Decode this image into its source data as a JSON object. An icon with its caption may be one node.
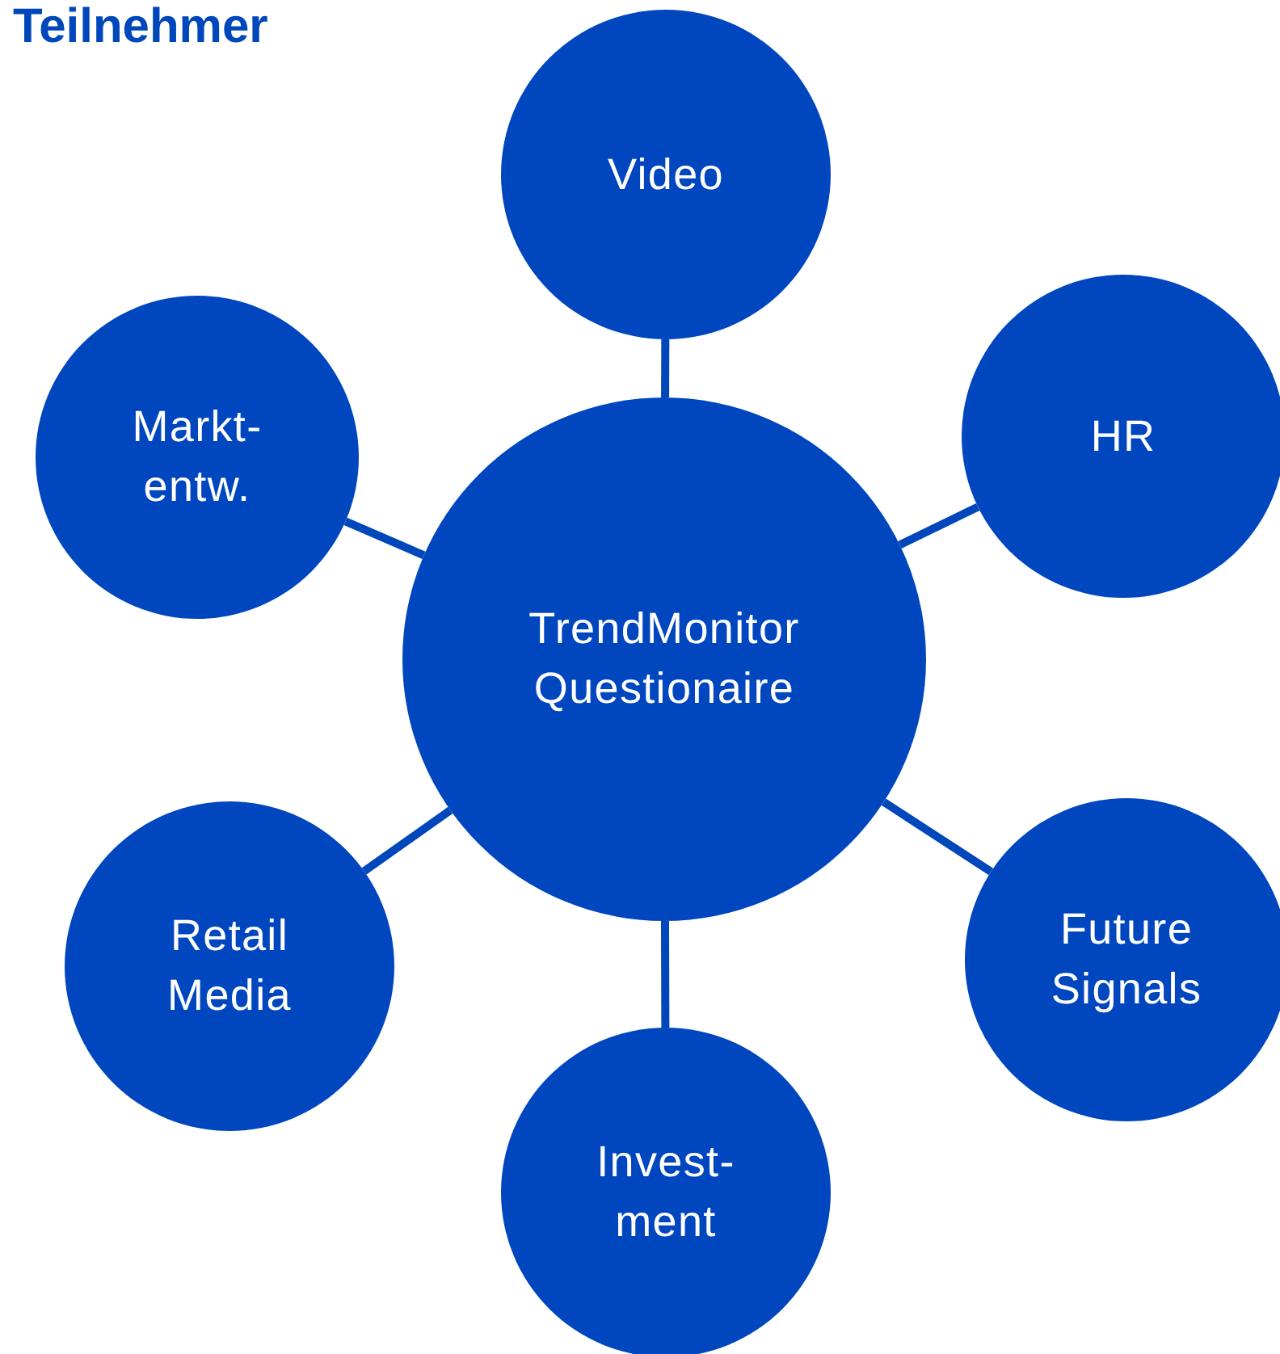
{
  "diagram": {
    "title": "Teilnehmer",
    "nodes": [
      {
        "text": [
          "TrendMonitor Questionaire"
        ]
      },
      {
        "text": [
          "Video"
        ]
      },
      {
        "text": [
          "Markt- entw."
        ]
      },
      {
        "text": [
          "HR"
        ]
      },
      {
        "text": [
          "Retail Media"
        ]
      },
      {
        "text": [
          "Future Signals"
        ]
      },
      {
        "text": [
          "Invest- ment"
        ]
      }
    ],
    "edges": [
      {
        "from": 0,
        "to": 1,
        "arrow": "none"
      },
      {
        "from": 0,
        "to": 2,
        "arrow": "none"
      },
      {
        "from": 0,
        "to": 3,
        "arrow": "none"
      },
      {
        "from": 0,
        "to": 4,
        "arrow": "none"
      },
      {
        "from": 0,
        "to": 5,
        "arrow": "none"
      },
      {
        "from": 0,
        "to": 6,
        "arrow": "none"
      }
    ]
  }
}
